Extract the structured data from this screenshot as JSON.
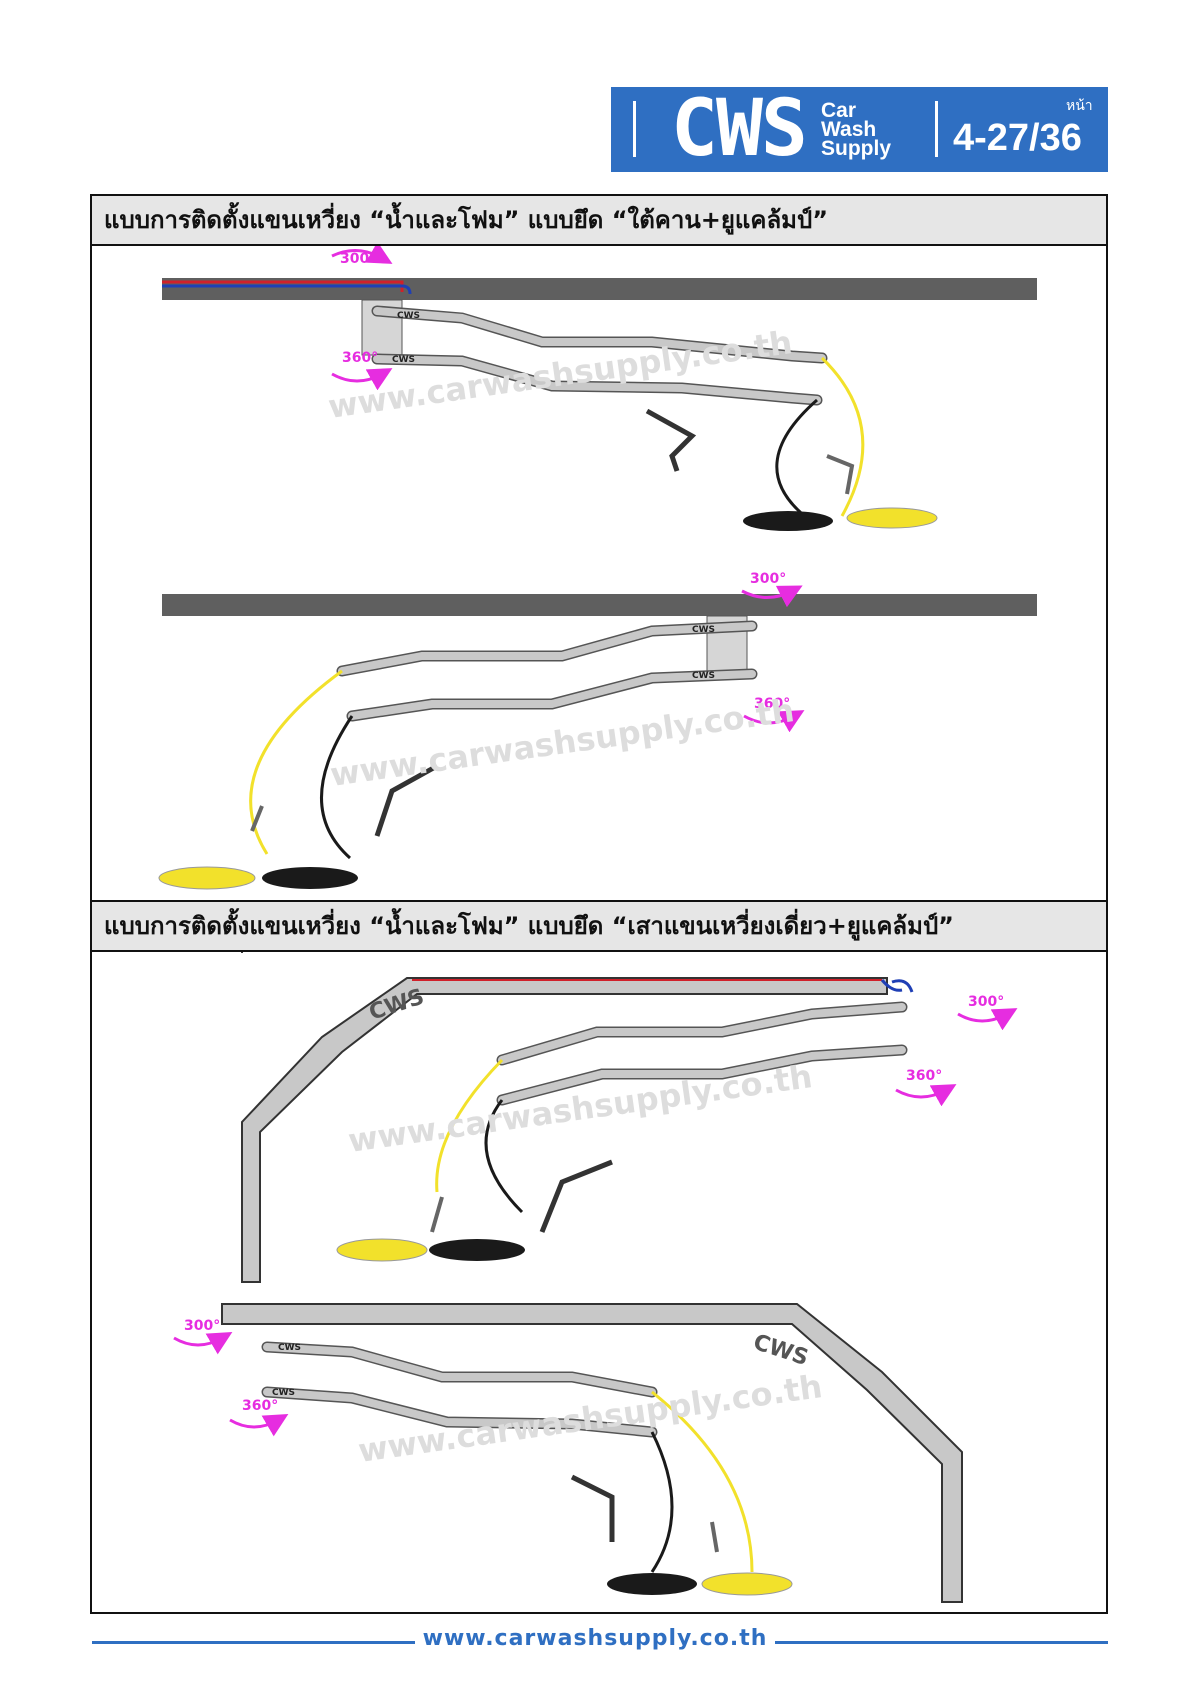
{
  "header": {
    "logo": "CWS",
    "brand_lines": [
      "Car",
      "Wash",
      "Supply"
    ],
    "page_label": "หน้า",
    "page_number": "4-27/36",
    "brand_color": "#2f6fc2"
  },
  "sections": [
    {
      "title": "แบบการติดตั้งแขนเหวี่ยง “น้ำและโฟม” แบบยึด “ใต้คาน+ยูแคล้มป์”"
    },
    {
      "title": "แบบการติดตั้งแขนเหวี่ยง “น้ำและโฟม” แบบยึด “เสาแขนเหวี่ยงเดี่ยว+ยูแคล้มป์”"
    }
  ],
  "rotation_labels": {
    "swing_upper": "300°",
    "swing_lower": "360°"
  },
  "watermark": "www.carwashsupply.co.th",
  "bracket_label": "CWS",
  "footer": {
    "url": "www.carwashsupply.co.th"
  },
  "colors": {
    "beam": "#5f5f5f",
    "arm": "#c8c8c8",
    "foam_hose": "#f2e12b",
    "water_hose": "#1a1a1a",
    "rotation": "#e62de0",
    "pipe_red": "#d0202a",
    "pipe_blue": "#1f3fb5"
  }
}
